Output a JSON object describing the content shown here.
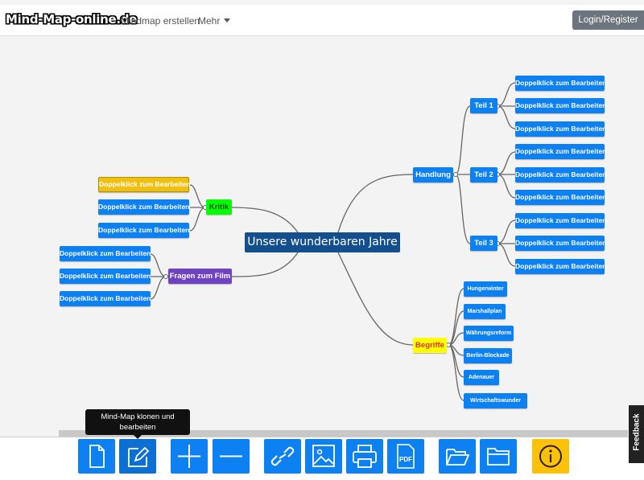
{
  "navbar": {
    "logo": "Mind-Map-online.de",
    "create_link": "Mindmap erstellen",
    "more_link": "Mehr",
    "login_button": "Login/Register"
  },
  "mindmap": {
    "root": "Unsere wunderbaren Jahre",
    "placeholder": "Doppelklick zum Bearbeiten",
    "handlung": "Handlung",
    "teil1": "Teil 1",
    "teil2": "Teil 2",
    "teil3": "Teil 3",
    "kritik": "Kritik",
    "fragen": "Fragen zum Film",
    "begriffe": "Begriffe",
    "terms": [
      "Hungerwinter",
      "Marshallplan",
      "Währungsreform",
      "Berlin-Blockade",
      "Adenauer",
      "Wirtschaftswunder"
    ]
  },
  "colors": {
    "node_blue": "#0d80f2",
    "root": "#134f8c",
    "kritik": "#00ff00",
    "fragen": "#6f42c1",
    "begriffe": "#ffff00",
    "highlight": "#f0c010",
    "info_button": "#ffc107"
  },
  "toolbar": {
    "tooltip_line1": "Mind-Map klonen und",
    "tooltip_line2": "bearbeiten",
    "buttons": [
      "new-file-icon",
      "edit-icon",
      "plus-icon",
      "minus-icon",
      "link-icon",
      "image-icon",
      "printer-icon",
      "pdf-icon",
      "folder-open-icon",
      "folder-icon",
      "info-icon"
    ],
    "pdf_label": "PDF"
  },
  "feedback": "Feedback"
}
